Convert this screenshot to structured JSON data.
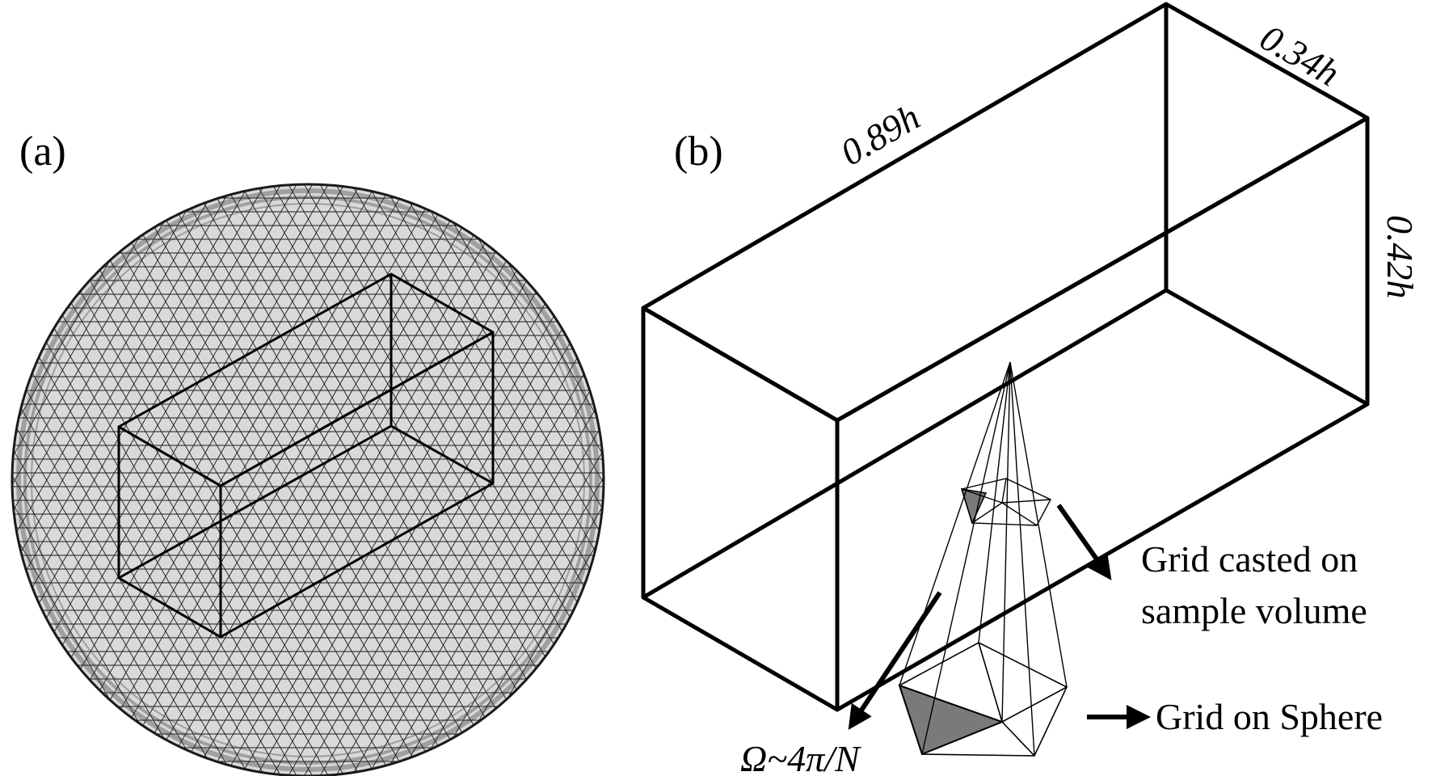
{
  "panel_a": {
    "label": "(a)"
  },
  "panel_b": {
    "label": "(b)",
    "dimensions": {
      "length": "0.89h",
      "depth": "0.34h",
      "height": "0.42h"
    },
    "annotations": {
      "grid_cast": [
        "Grid casted on",
        "sample volume"
      ],
      "grid_sphere": "Grid on Sphere",
      "solid_angle": "Ω~4π/N"
    },
    "shaded_fill": "#7a7a7a"
  }
}
